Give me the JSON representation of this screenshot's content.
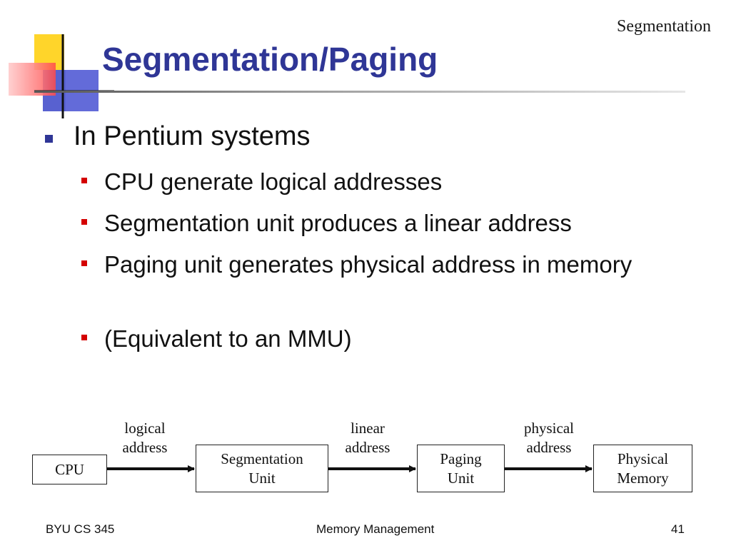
{
  "slide": {
    "section_label": "Segmentation",
    "title": "Segmentation/Paging",
    "bullet_main": "In Pentium systems",
    "sub_bullets": [
      "CPU generate logical addresses",
      "Segmentation unit produces a linear address",
      "Paging unit generates physical address in memory",
      "(Equivalent to an MMU)"
    ]
  },
  "diagram": {
    "boxes": {
      "cpu": "CPU",
      "segmentation_unit": [
        "Segmentation",
        "Unit"
      ],
      "paging_unit": [
        "Paging",
        "Unit"
      ],
      "physical_memory": [
        "Physical",
        "Memory"
      ]
    },
    "labels": {
      "logical": [
        "logical",
        "address"
      ],
      "linear": [
        "linear",
        "address"
      ],
      "physical": [
        "physical",
        "address"
      ]
    }
  },
  "footer": {
    "left": "BYU CS 345",
    "center": "Memory Management",
    "page": "41"
  },
  "colors": {
    "title": "#2f3696",
    "main_bullet": "#2f3696",
    "sub_bullet": "#d40000"
  }
}
